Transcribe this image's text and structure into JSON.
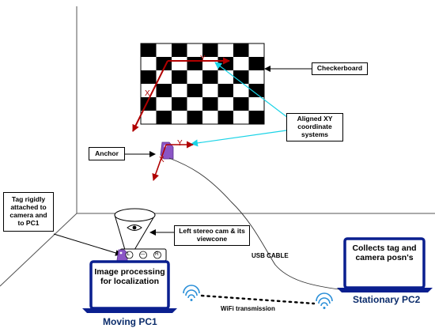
{
  "labels": {
    "checkerboard": "Checkerboard",
    "aligned_xy": "Aligned XY coordinate systems",
    "anchor": "Anchor",
    "tag_attached": "Tag rigidly attached to camera and to PC1",
    "left_stereo_cam": "Left stereo cam & its viewcone",
    "usb_cable": "USB CABLE",
    "wifi_transmission": "WiFi transmission"
  },
  "moving_pc": {
    "caption": "Moving PC1",
    "screen_text": "Image processing for localization"
  },
  "stationary_pc": {
    "caption": "Stationary PC2",
    "screen_text": "Collects tag and camera posn's"
  },
  "axes": {
    "board_x": "X",
    "board_y": "Y",
    "anchor_x": "X",
    "anchor_y": "Y"
  },
  "camera_buttons": [
    "L",
    "—",
    "R"
  ],
  "colors": {
    "axis_red": "#b00000",
    "pointer_cyan": "#19d3e6",
    "laptop_blue": "#0a1f8f",
    "tag_purple": "#8b55c6",
    "wifi_blue": "#2a8fd8"
  },
  "icons": {
    "eye": "eye-icon",
    "wifi": "wifi-icon",
    "tag": "tag-icon"
  }
}
